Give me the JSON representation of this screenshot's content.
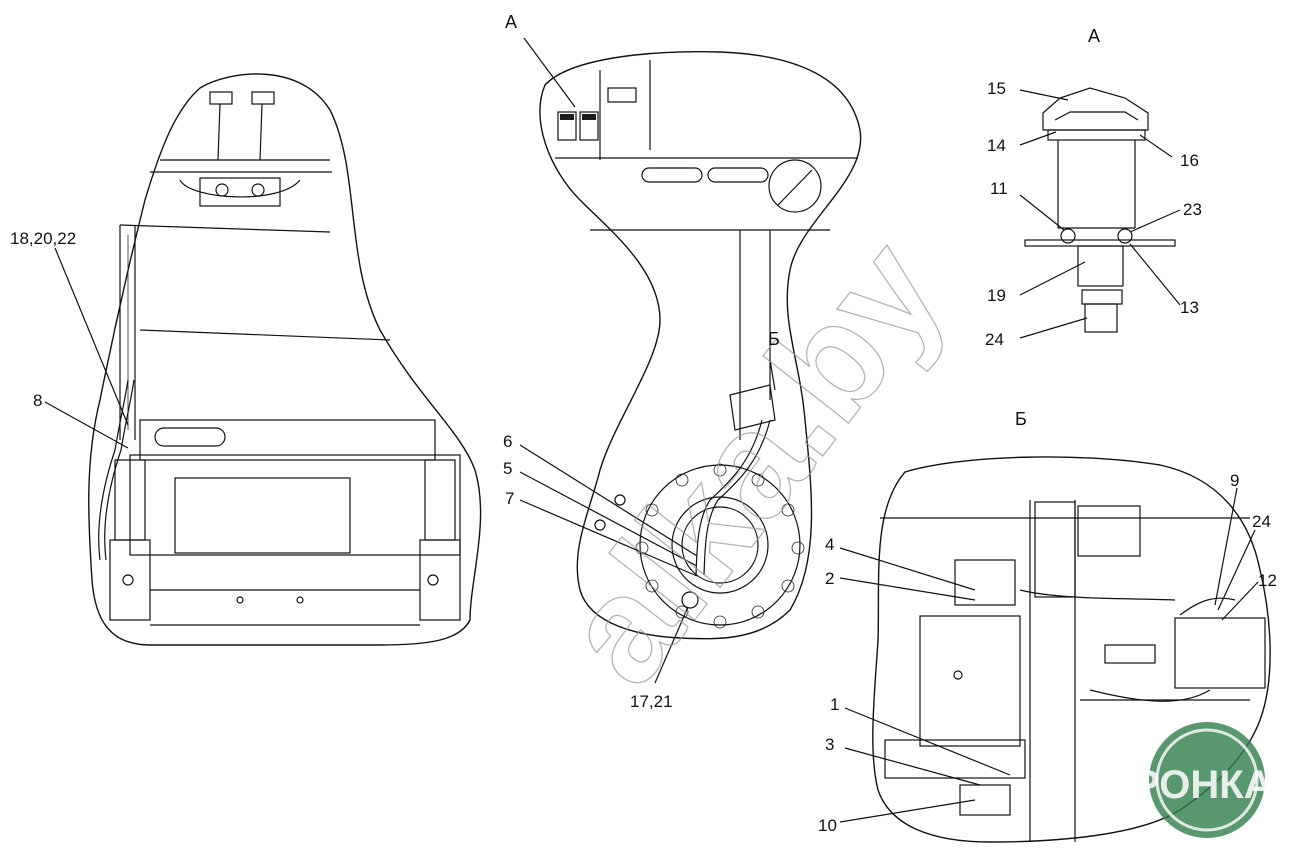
{
  "views": {
    "view_a_marker": "А",
    "view_a_title": "А",
    "view_b_marker": "Б",
    "view_b_title": "Б"
  },
  "callouts": {
    "c18_20_22": "18,20,22",
    "c8": "8",
    "c6": "6",
    "c5": "5",
    "c7": "7",
    "c17_21": "17,21",
    "c15": "15",
    "c14": "14",
    "c16": "16",
    "c11": "11",
    "c23": "23",
    "c19": "19",
    "c13": "13",
    "c24_a": "24",
    "c9": "9",
    "c24_b": "24",
    "c12": "12",
    "c4": "4",
    "c2": "2",
    "c1": "1",
    "c3": "3",
    "c10": "10"
  },
  "watermark": {
    "text": "alka.by"
  },
  "logo": {
    "text": "АГРОНКА",
    "color": "#2f7d4a"
  },
  "colors": {
    "line": "#111111",
    "background": "#ffffff",
    "watermark": "#9a9a9a"
  }
}
